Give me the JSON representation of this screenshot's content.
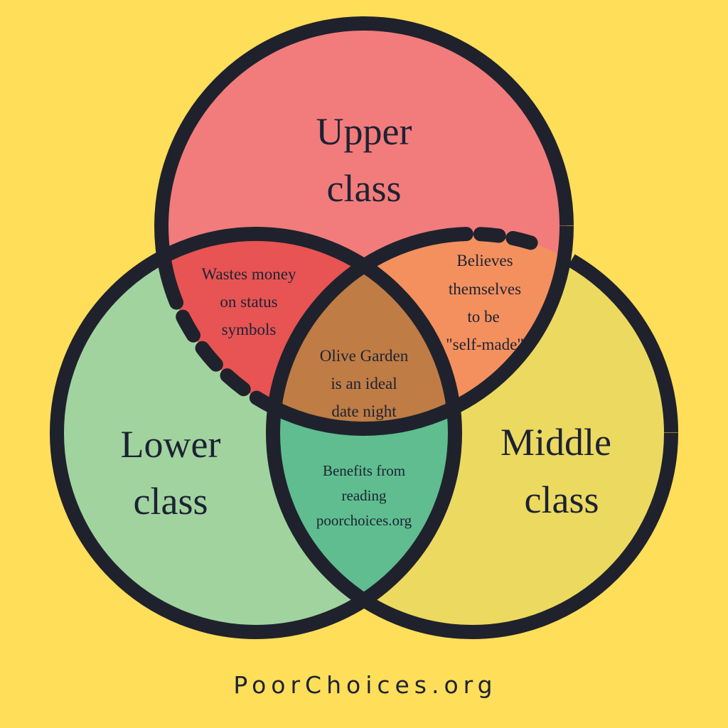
{
  "circles": {
    "upper": {
      "label_line1": "Upper",
      "label_line2": "class",
      "color": "#f27c7b"
    },
    "lower": {
      "label_line1": "Lower",
      "label_line2": "class",
      "color": "#a1d39f"
    },
    "middle": {
      "label_line1": "Middle",
      "label_line2": "class",
      "color": "#ecd95f"
    }
  },
  "overlaps": {
    "upper_lower": {
      "lines": [
        "Wastes money",
        "on status",
        "symbols"
      ],
      "color": "#e75453"
    },
    "upper_middle": {
      "lines": [
        "Believes",
        "themselves",
        "to be",
        "\"self-made\""
      ],
      "color": "#f3905e"
    },
    "lower_middle": {
      "lines": [
        "Benefits from",
        "reading",
        "poorchoices.org"
      ],
      "color": "#5fbd8f"
    },
    "all": {
      "lines": [
        "Olive Garden",
        "is an ideal",
        "date night"
      ],
      "color": "#bf7c45"
    }
  },
  "footer": {
    "text": "PoorChoices.org"
  },
  "colors": {
    "background": "#ffde59",
    "outline": "#1f222c"
  }
}
